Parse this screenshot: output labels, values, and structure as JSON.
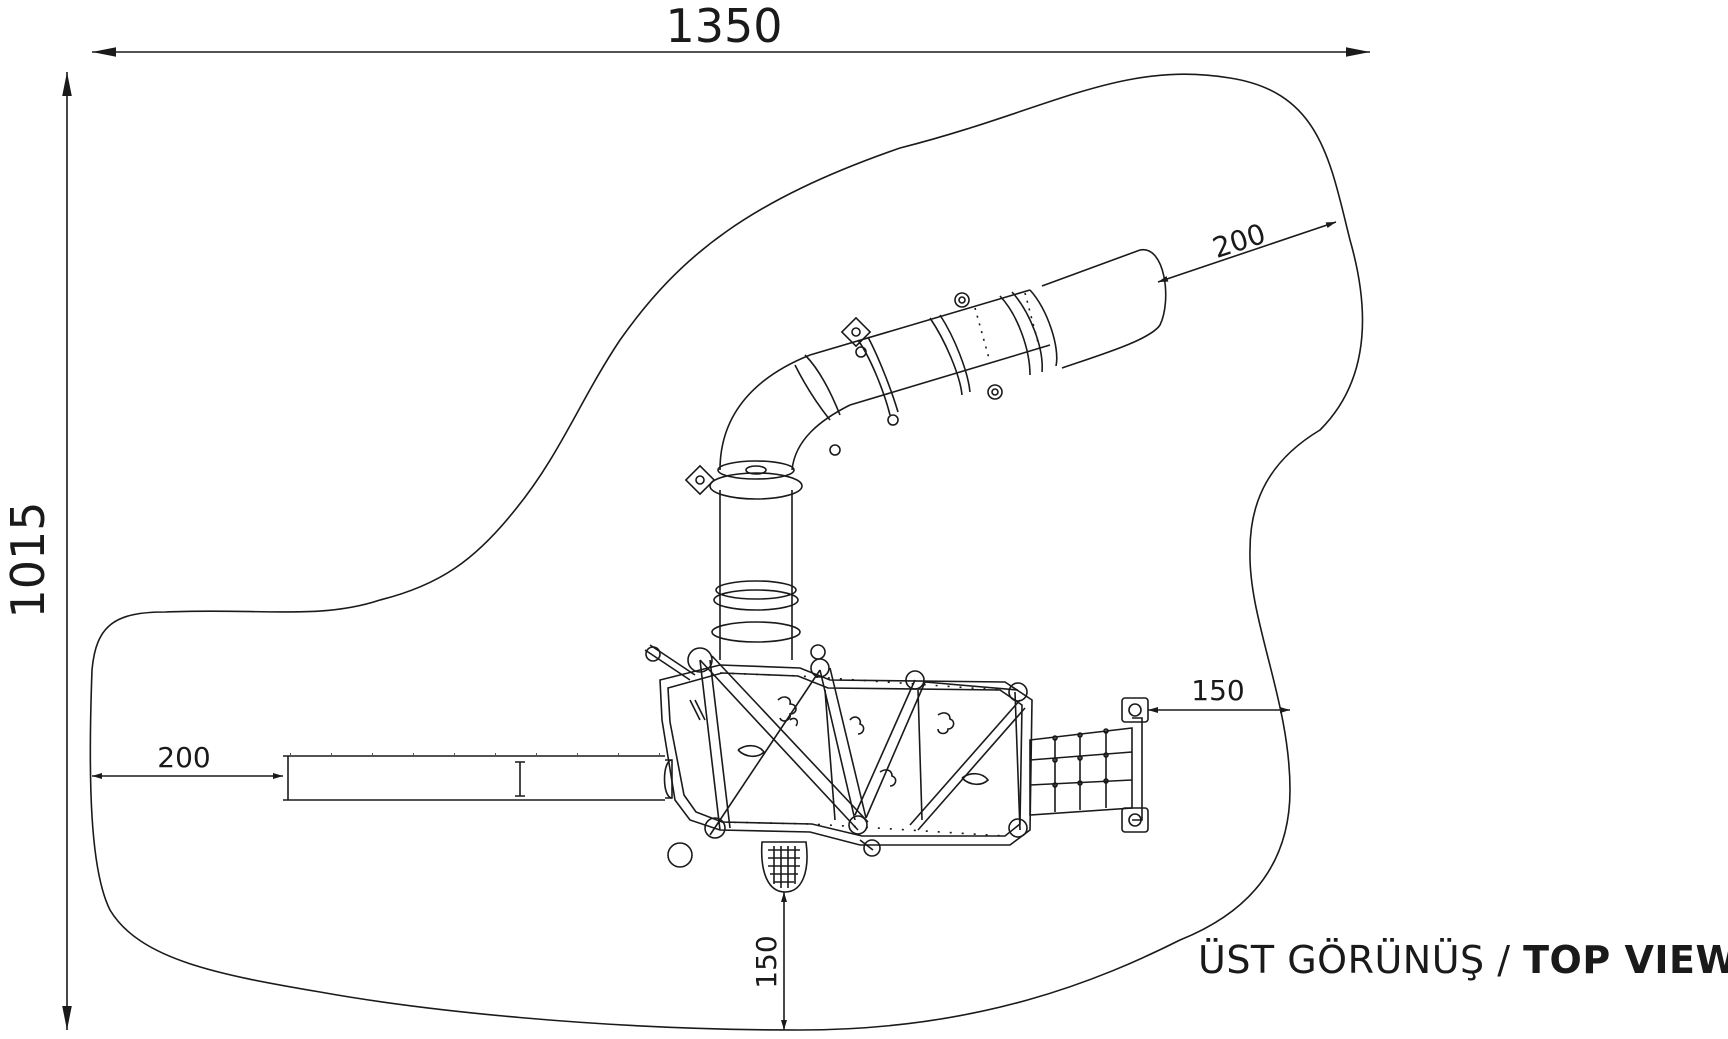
{
  "dimensions": {
    "overall_width": "1350",
    "overall_height": "1015",
    "slide_clearance": "200",
    "left_clearance": "200",
    "right_clearance": "150",
    "bottom_clearance": "150"
  },
  "caption": {
    "tr_label": "ÜST GÖRÜNÜŞ /",
    "en_label": "TOP VIEW"
  },
  "colors": {
    "line": "#1a1a1a",
    "background": "#ffffff"
  }
}
